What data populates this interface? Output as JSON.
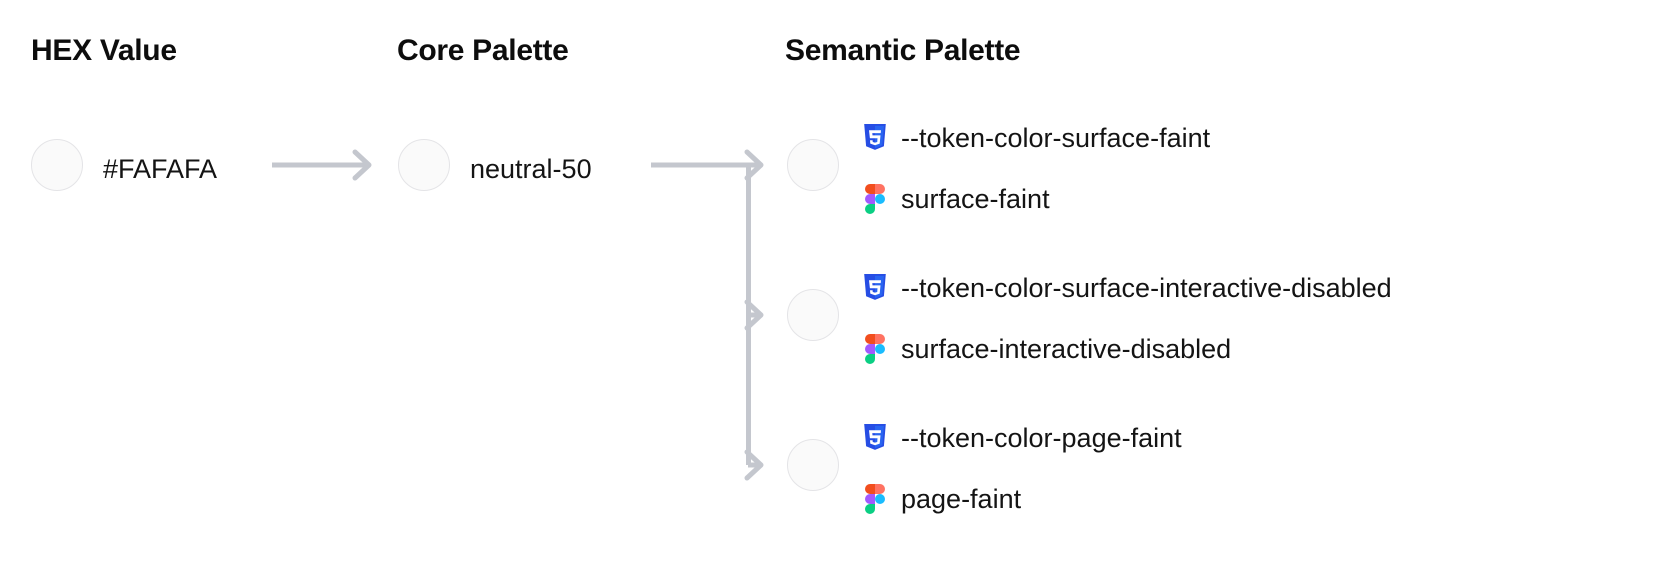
{
  "columns": {
    "hex": "HEX Value",
    "core": "Core Palette",
    "semantic": "Semantic Palette"
  },
  "hex": {
    "value": "#FAFAFA",
    "swatch_color": "#FAFAFA"
  },
  "core": {
    "value": "neutral-50",
    "swatch_color": "#FAFAFA"
  },
  "semantic": {
    "rows": [
      {
        "swatch_color": "#FAFAFA",
        "css_icon": "css3-icon",
        "css_token": "--token-color-surface-faint",
        "figma_icon": "figma-icon",
        "figma_token": "surface-faint"
      },
      {
        "swatch_color": "#FAFAFA",
        "css_icon": "css3-icon",
        "css_token": "--token-color-surface-interactive-disabled",
        "figma_icon": "figma-icon",
        "figma_token": "surface-interactive-disabled"
      },
      {
        "swatch_color": "#FAFAFA",
        "css_icon": "css3-icon",
        "css_token": "--token-color-page-faint",
        "figma_icon": "figma-icon",
        "figma_token": "page-faint"
      }
    ]
  },
  "colors": {
    "background": "#FFFFFF",
    "text": "#141212",
    "swatch_border": "#E4E4E7",
    "connector": "#C4C7CE",
    "css_blue_dark": "#264DE4",
    "css_blue_light": "#2965F1",
    "figma_orange": "#F24E1E",
    "figma_purple": "#A259FF",
    "figma_blue": "#1ABCFE",
    "figma_green": "#0ACF83",
    "figma_red": "#FF7262"
  },
  "icon_names": {
    "css": "css3-icon",
    "figma": "figma-icon",
    "arrow": "arrow-right-icon",
    "branch": "branch-connector-icon"
  }
}
